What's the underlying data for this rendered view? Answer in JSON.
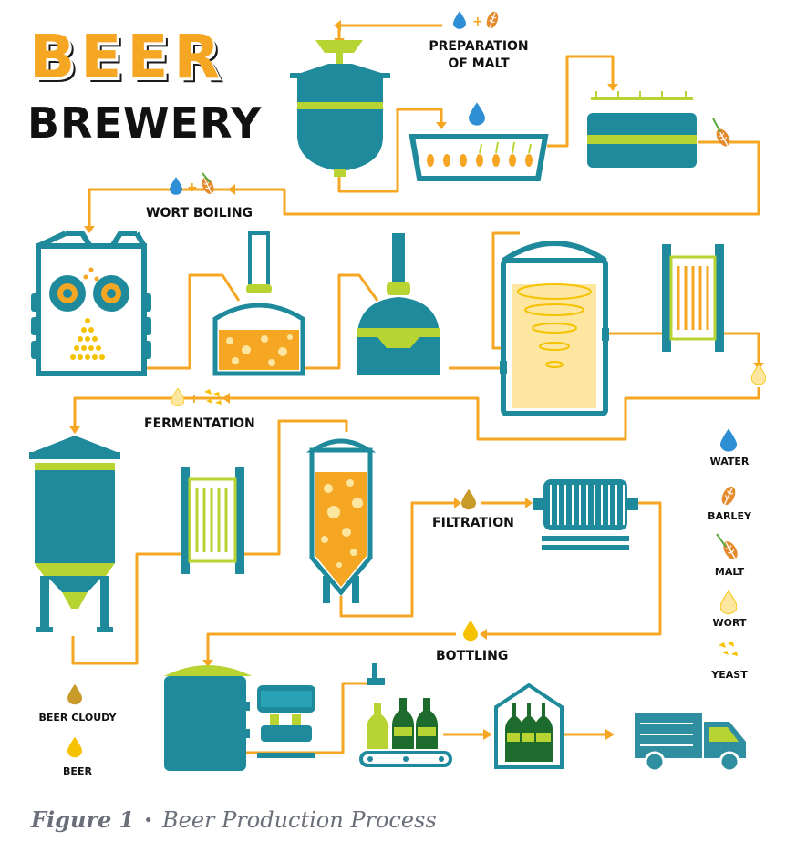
{
  "title": {
    "line1": "BEER",
    "line2": "BREWERY"
  },
  "steps": {
    "malt": [
      "PREPARATION",
      "OF MALT"
    ],
    "boiling": "WORT BOILING",
    "fermentation": "FERMENTATION",
    "filtration": "FILTRATION",
    "bottling": "BOTTLING"
  },
  "legend_right": {
    "water": "WATER",
    "barley": "BARLEY",
    "malt": "MALT",
    "wort": "WORT",
    "yeast": "YEAST"
  },
  "legend_left": {
    "beer_cloudy": "BEER CLOUDY",
    "beer": "BEER"
  },
  "caption": {
    "label": "Figure 1",
    "separator": "•",
    "text": "Beer Production Process"
  },
  "colors": {
    "teal": "#1f8a9c",
    "lime": "#b7d433",
    "orange": "#f5a623",
    "wort": "#fde6a0",
    "beer": "#f6c200",
    "cloudy": "#c89a2a",
    "water": "#2f8fd4",
    "bottle": "#1e6b2e",
    "truck": "#2f8fa0"
  }
}
